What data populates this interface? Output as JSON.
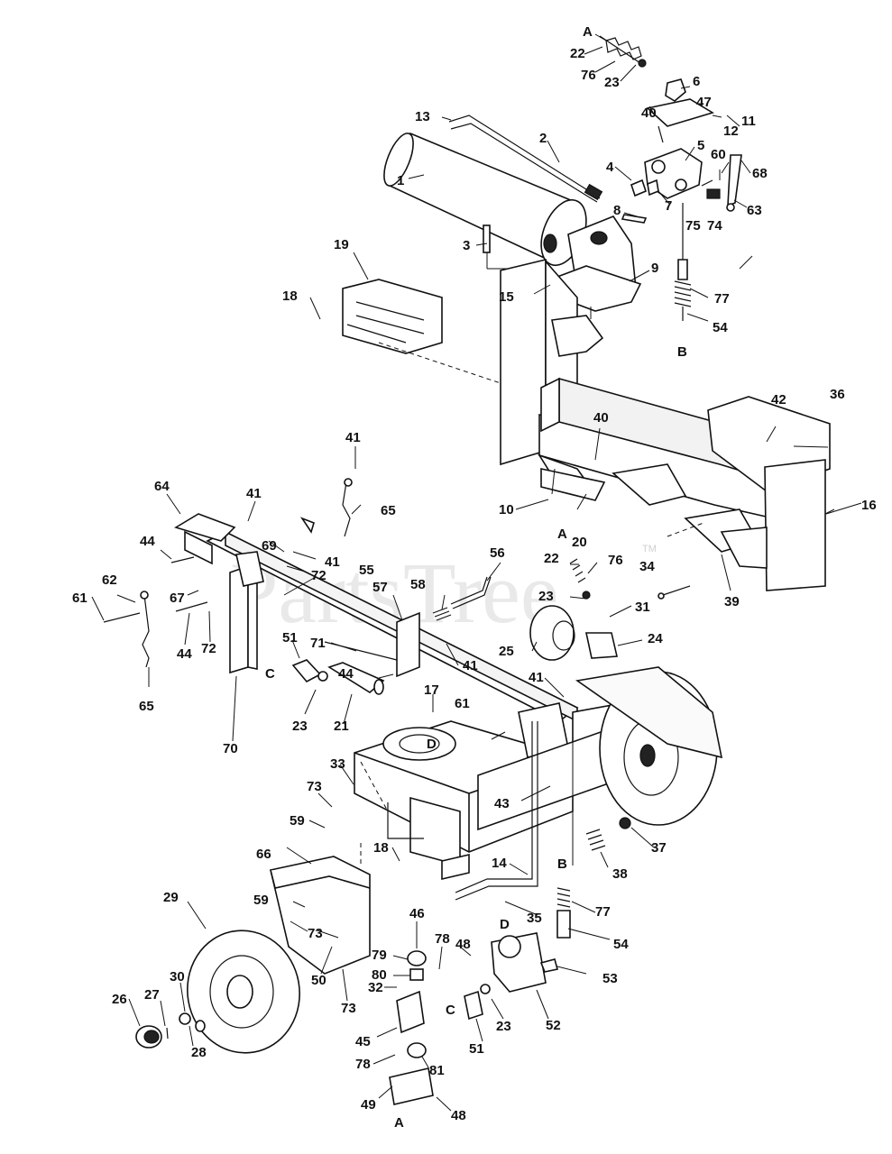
{
  "watermark": {
    "text": "PartsTree",
    "trademark": "TM"
  },
  "letter_markers": [
    "A",
    "B",
    "C",
    "D"
  ],
  "callouts": {
    "c1": "1",
    "c2": "2",
    "c3": "3",
    "c4": "4",
    "c5": "5",
    "c6": "6",
    "c7": "7",
    "c8": "8",
    "c9": "9",
    "c10": "10",
    "c11": "11",
    "c12": "12",
    "c13": "13",
    "c14": "14",
    "c15": "15",
    "c16": "16",
    "c17": "17",
    "c18a": "18",
    "c18b": "18",
    "c19": "19",
    "c20": "20",
    "c21": "21",
    "c22a": "22",
    "c22b": "22",
    "c23a": "23",
    "c23b": "23",
    "c23c": "23",
    "c23d": "23",
    "c24": "24",
    "c25": "25",
    "c26": "26",
    "c27": "27",
    "c28": "28",
    "c29": "29",
    "c30": "30",
    "c31": "31",
    "c32": "32",
    "c33": "33",
    "c34": "34",
    "c35": "35",
    "c36": "36",
    "c37": "37",
    "c38": "38",
    "c39": "39",
    "c40a": "40",
    "c40b": "40",
    "c41a": "41",
    "c41b": "41",
    "c41c": "41",
    "c41d": "41",
    "c41e": "41",
    "c42": "42",
    "c43": "43",
    "c44a": "44",
    "c44b": "44",
    "c44c": "44",
    "c45": "45",
    "c46": "46",
    "c47": "47",
    "c48a": "48",
    "c48b": "48",
    "c49": "49",
    "c50": "50",
    "c51a": "51",
    "c51b": "51",
    "c52": "52",
    "c53": "53",
    "c54a": "54",
    "c54b": "54",
    "c55": "55",
    "c56": "56",
    "c57": "57",
    "c58": "58",
    "c59a": "59",
    "c59b": "59",
    "c60": "60",
    "c61a": "61",
    "c61b": "61",
    "c62": "62",
    "c63": "63",
    "c64": "64",
    "c65a": "65",
    "c65b": "65",
    "c66": "66",
    "c67": "67",
    "c68": "68",
    "c69": "69",
    "c70": "70",
    "c71": "71",
    "c72a": "72",
    "c72b": "72",
    "c73a": "73",
    "c73b": "73",
    "c73c": "73",
    "c74": "74",
    "c75": "75",
    "c76a": "76",
    "c76b": "76",
    "c77a": "77",
    "c77b": "77",
    "c78a": "78",
    "c78b": "78",
    "c79": "79",
    "c80": "80",
    "c81": "81"
  }
}
